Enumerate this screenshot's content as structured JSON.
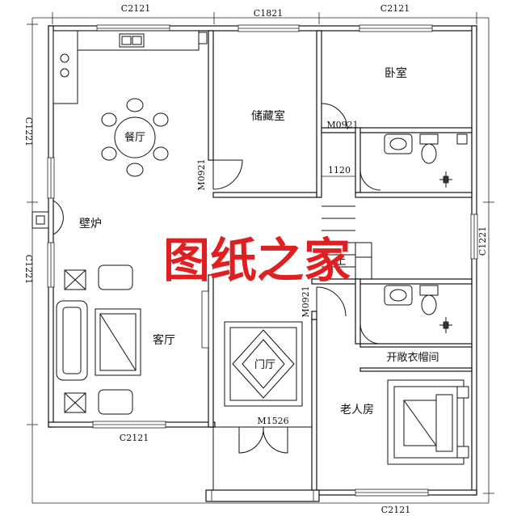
{
  "watermark": "图纸之家",
  "rooms": {
    "dining": "餐厅",
    "storage": "储藏室",
    "bedroom": "卧室",
    "fireplace": "壁炉",
    "living": "客厅",
    "foyer": "门厅",
    "walkin_closet": "开敞衣帽间",
    "elder_room": "老人房",
    "stairs_up": "上"
  },
  "labels": {
    "win_top_left": "C2121",
    "win_top_mid": "C1821",
    "win_top_right": "C2121",
    "win_left_upper": "C1221",
    "win_left_lower": "C1221",
    "win_right": "C1221",
    "win_bottom_left": "C2121",
    "win_bottom_right": "C2121",
    "door_storage": "M0921",
    "door_bedroom": "M0921",
    "door_foyer": "M0921",
    "door_entry": "M1526",
    "dim_corridor": "1120"
  }
}
